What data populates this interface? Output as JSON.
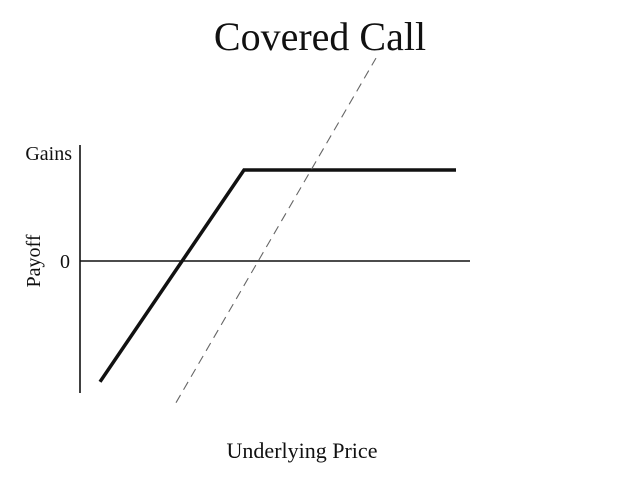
{
  "chart_data": {
    "type": "line",
    "title": "Covered Call",
    "xlabel": "Underlying Price",
    "ylabel": "Payoff",
    "y_tick_labels": [
      "Gains",
      "0"
    ],
    "xlim": [
      0,
      100
    ],
    "ylim": [
      -100,
      100
    ],
    "grid": false,
    "legend": "none",
    "series": [
      {
        "style": "solid-thick",
        "color": "#111111",
        "x": [
          5,
          41,
          94
        ],
        "y": [
          -81,
          61,
          61
        ]
      },
      {
        "style": "dashed-thin",
        "color": "#666666",
        "x": [
          24,
          74
        ],
        "y": [
          -95,
          136
        ]
      }
    ]
  }
}
